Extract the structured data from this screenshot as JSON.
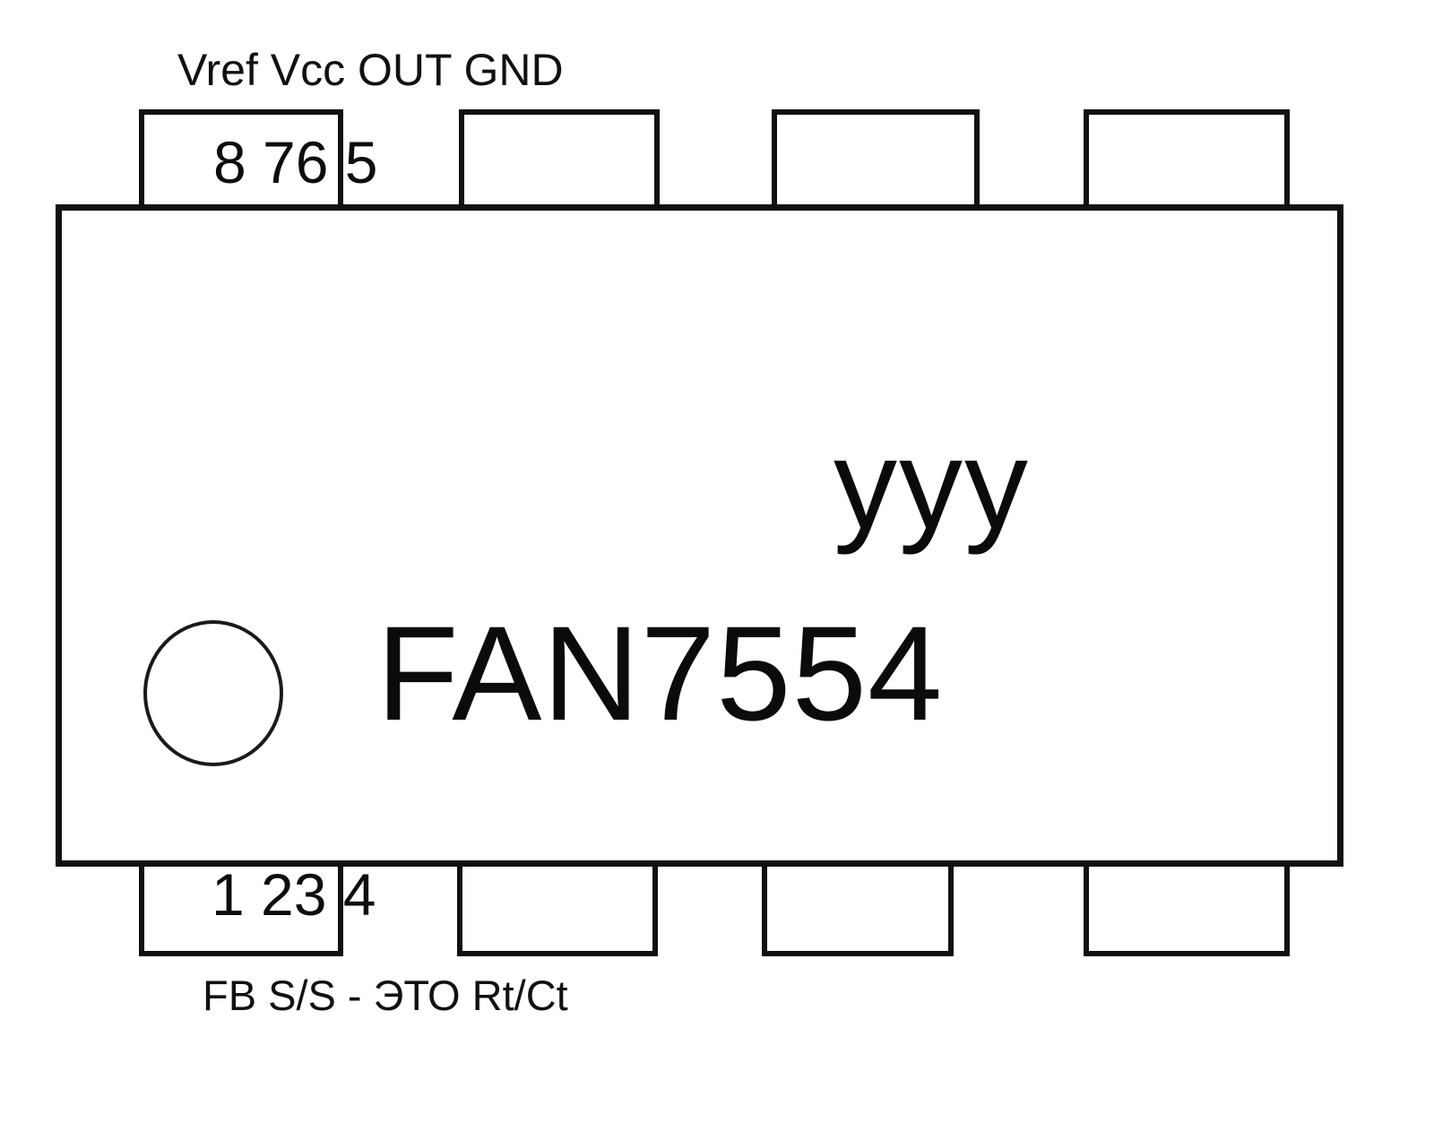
{
  "diagram": {
    "title": "FAN7554 8-pin DIP package pinout",
    "package": "DIP-8",
    "body_color": "#ffffff",
    "outline_color": "#111111"
  },
  "top": {
    "signal_labels": "Vref Vcc OUT GND",
    "pin_numbers": "8 76 5",
    "pins": [
      {
        "number": "8",
        "signal": "Vref"
      },
      {
        "number": "7",
        "signal": "Vcc"
      },
      {
        "number": "6",
        "signal": "OUT"
      },
      {
        "number": "5",
        "signal": "GND"
      }
    ]
  },
  "bottom": {
    "signal_labels": "FB S/S - ЭТО Rt/Ct",
    "pin_numbers": "1 23 4",
    "pins": [
      {
        "number": "1",
        "signal": "FB"
      },
      {
        "number": "2",
        "signal": "S/S"
      },
      {
        "number": "3",
        "signal": "-"
      },
      {
        "number": "4",
        "signal": "Rt/Ct"
      }
    ]
  },
  "marking": {
    "lot_code": "yyy",
    "part_number": "FAN7554"
  },
  "icons": {
    "pin1_dimple": "circle-icon"
  }
}
